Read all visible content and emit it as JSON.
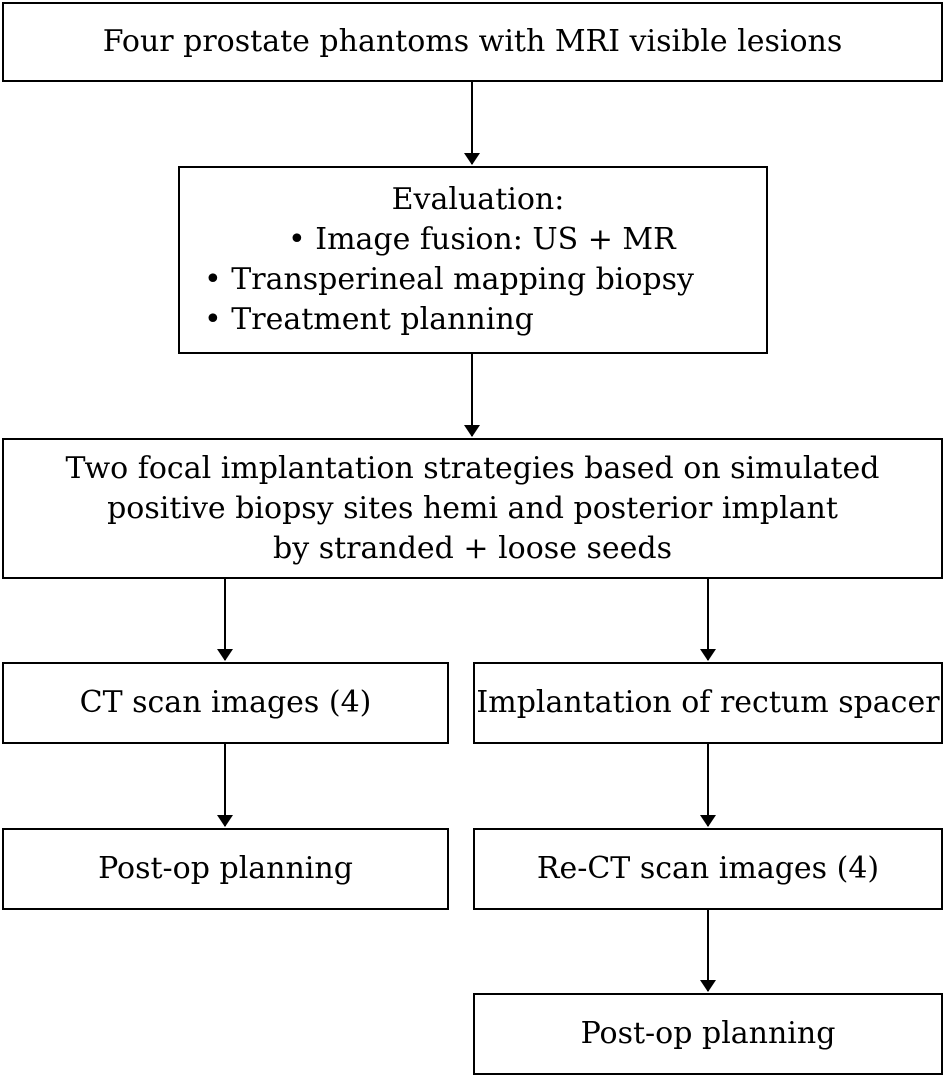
{
  "nodes": {
    "top": {
      "text": "Four prostate phantoms with MRI visible lesions"
    },
    "evaluation": {
      "title": "Evaluation:",
      "items": [
        "• Image fusion: US + MR",
        "• Transperineal mapping biopsy",
        "• Treatment planning"
      ]
    },
    "strategies": {
      "lines": [
        "Two focal implantation strategies based on simulated",
        "positive biopsy sites hemi and posterior implant",
        "by stranded + loose seeds"
      ]
    },
    "left": {
      "ct": "CT scan images (4)",
      "postop": "Post-op planning"
    },
    "right": {
      "spacer": "Implantation of rectum spacer",
      "rect": "Re-CT scan images (4)",
      "postop": "Post-op planning"
    }
  },
  "edges": [
    [
      "top",
      "evaluation"
    ],
    [
      "evaluation",
      "strategies"
    ],
    [
      "strategies",
      "left.ct"
    ],
    [
      "strategies",
      "right.spacer"
    ],
    [
      "left.ct",
      "left.postop"
    ],
    [
      "right.spacer",
      "right.rect"
    ],
    [
      "right.rect",
      "right.postop"
    ]
  ]
}
